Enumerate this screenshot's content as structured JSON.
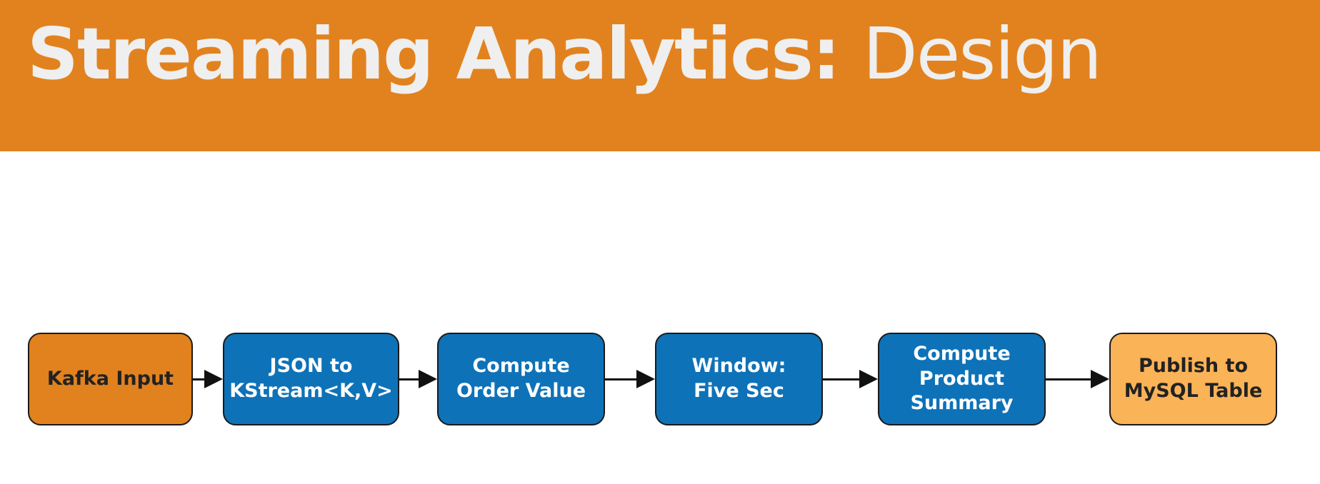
{
  "slide": {
    "title_bold": "Streaming Analytics:",
    "title_light": "Design",
    "header_color": "#E2821E",
    "title_color": "#EFEFEF"
  },
  "diagram": {
    "nodes": [
      {
        "id": "kafka-input",
        "label": "Kafka Input",
        "kind": "source",
        "fill": "#E2821E"
      },
      {
        "id": "json-to-kstream",
        "label": "JSON to\nKStream<K,V>",
        "kind": "process",
        "fill": "#0E72B8"
      },
      {
        "id": "compute-order-value",
        "label": "Compute\nOrder Value",
        "kind": "process",
        "fill": "#0E72B8"
      },
      {
        "id": "window-five-sec",
        "label": "Window:\nFive Sec",
        "kind": "process",
        "fill": "#0E72B8"
      },
      {
        "id": "compute-product-summary",
        "label": "Compute\nProduct\nSummary",
        "kind": "process",
        "fill": "#0E72B8"
      },
      {
        "id": "publish-to-mysql",
        "label": "Publish to\nMySQL Table",
        "kind": "sink",
        "fill": "#FBB357"
      }
    ],
    "edges": [
      {
        "from": "kafka-input",
        "to": "json-to-kstream"
      },
      {
        "from": "json-to-kstream",
        "to": "compute-order-value"
      },
      {
        "from": "compute-order-value",
        "to": "window-five-sec"
      },
      {
        "from": "window-five-sec",
        "to": "compute-product-summary"
      },
      {
        "from": "compute-product-summary",
        "to": "publish-to-mysql"
      }
    ]
  }
}
